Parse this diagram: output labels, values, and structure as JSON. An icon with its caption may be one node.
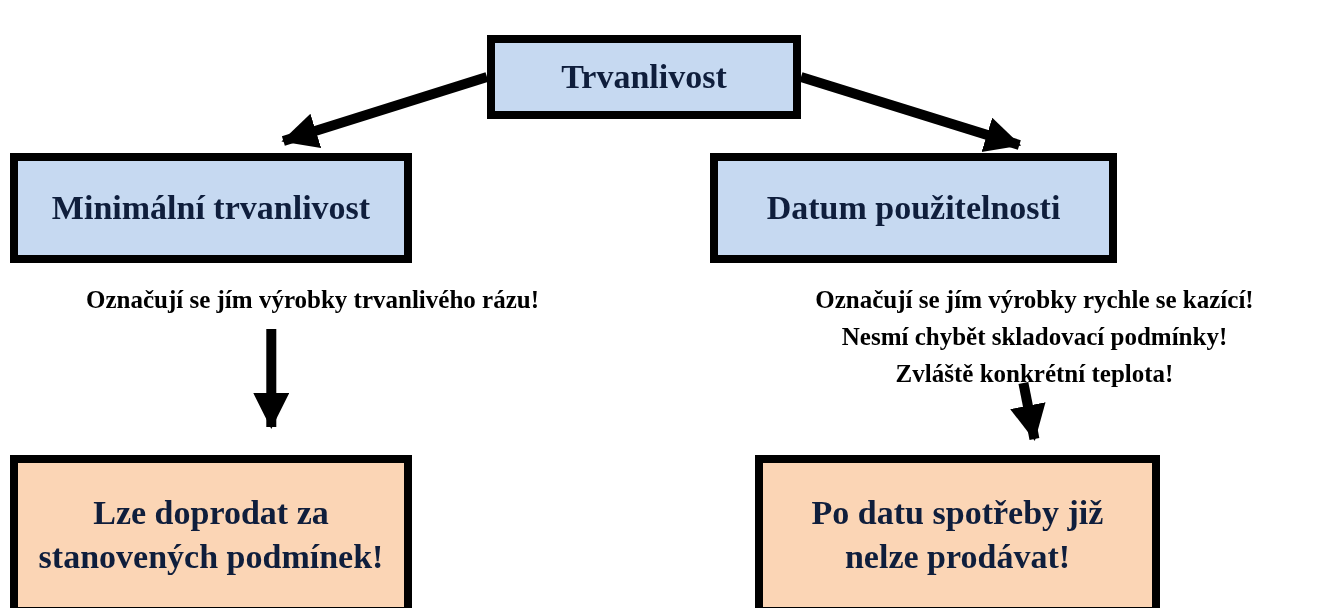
{
  "diagram": {
    "nodes": [
      {
        "text": [
          "Trvanlivost"
        ]
      },
      {
        "text": [
          "Minimální trvanlivost"
        ],
        "beside": [
          "Označují se jím výrobky trvanlivého rázu!"
        ]
      },
      {
        "text": [
          "Datum použitelnosti"
        ],
        "beside": [
          "Označují se jím výrobky rychle se kazící!",
          "Nesmí chybět skladovací podmínky!",
          "Zvláště konkrétní teplota!"
        ]
      },
      {
        "text": [
          "Lze doprodat za stanovených podmínek!"
        ]
      },
      {
        "text": [
          "Po datu spotřeby již nelze prodávat!"
        ]
      }
    ],
    "edges": [
      {
        "from": 0,
        "to": 1,
        "arrow": "to"
      },
      {
        "from": 0,
        "to": 2,
        "arrow": "to"
      },
      {
        "from": 1,
        "to": 3,
        "arrow": "to"
      },
      {
        "from": 2,
        "to": 4,
        "arrow": "to"
      }
    ]
  }
}
